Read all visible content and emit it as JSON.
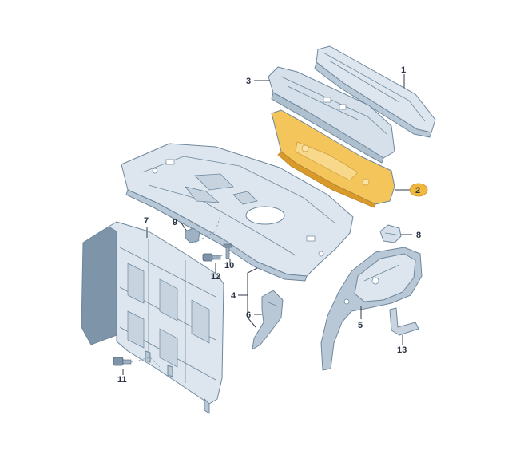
{
  "callouts": {
    "c1": "1",
    "c2": "2",
    "c3": "3",
    "c4": "4",
    "c5": "5",
    "c6": "6",
    "c7": "7",
    "c8": "8",
    "c9": "9",
    "c10": "10",
    "c11": "11",
    "c12": "12",
    "c13": "13"
  },
  "colors": {
    "part_fill": "#dde6ee",
    "part_shade": "#b9c8d6",
    "part_dark": "#7e94a8",
    "highlight_fill": "#f4c55a",
    "highlight_shade": "#d99a2a",
    "badge_fill": "#f0b93e",
    "outline": "#6e879c",
    "text": "#2a3444"
  }
}
